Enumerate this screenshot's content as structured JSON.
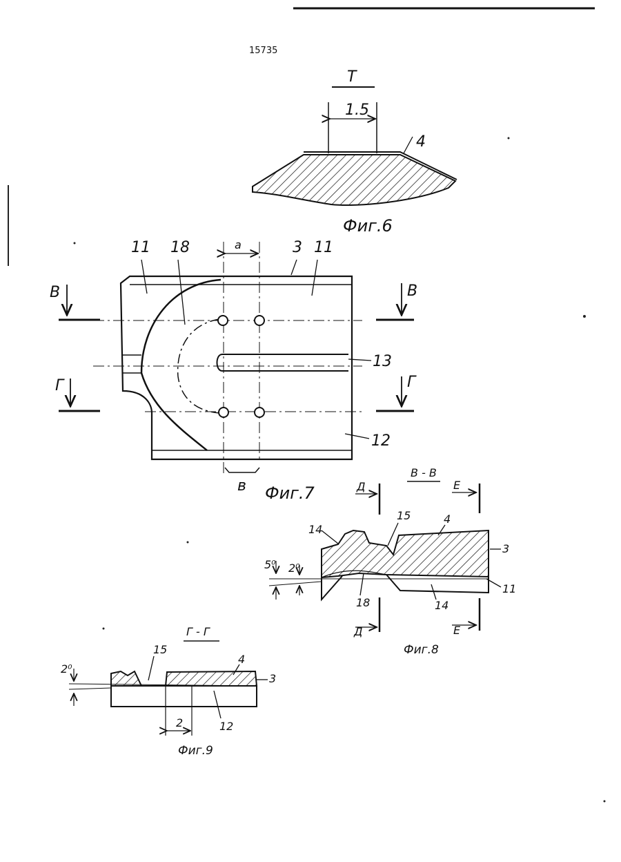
{
  "header": {
    "patent_number": "15735"
  },
  "fig6": {
    "section_mark": "Т",
    "dimension": "1.5",
    "part_label": "4",
    "caption": "Фиг.6"
  },
  "fig7": {
    "labels": [
      "11",
      "18",
      "а",
      "3",
      "11",
      "13",
      "12",
      "в"
    ],
    "section_left_top": "В",
    "section_right_top": "В",
    "section_left_bottom": "Г",
    "section_right_bottom": "Г",
    "caption": "Фиг.7"
  },
  "fig8": {
    "title": "В - В",
    "cut_left": "Д",
    "cut_right": "Е",
    "cut_left_bottom": "Д",
    "cut_right_bottom": "Е",
    "labels": [
      "14",
      "15",
      "4",
      "3",
      "11",
      "14",
      "18"
    ],
    "dim_left": "5⁰",
    "dim_right": "2⁰",
    "caption": "Фиг.8"
  },
  "fig9": {
    "title": "Г - Г",
    "labels": [
      "15",
      "4",
      "3",
      "12"
    ],
    "dim_angle": "2⁰",
    "dim_width": "2",
    "caption": "Фиг.9"
  }
}
